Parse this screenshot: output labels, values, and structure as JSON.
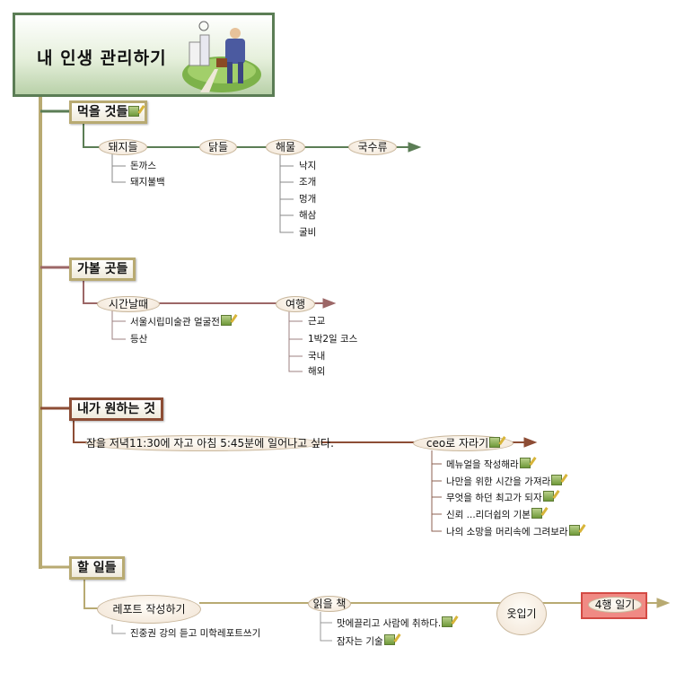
{
  "root": {
    "title": "내 인생 관리하기"
  },
  "branches": [
    {
      "label": "먹을 것들",
      "has_note": true,
      "color": "#5b7d55",
      "nodes": [
        {
          "label": "돼지들",
          "children": [
            "돈까스",
            "돼지불백"
          ]
        },
        {
          "label": "닭들"
        },
        {
          "label": "해물",
          "children": [
            "낙지",
            "조개",
            "멍개",
            "해삼",
            "굴비"
          ]
        },
        {
          "label": "국수류"
        }
      ]
    },
    {
      "label": "가볼 곳들",
      "color": "#9c6767",
      "nodes": [
        {
          "label": "시간날때",
          "children": [
            "서울시립미술관 얼굴전",
            "등산"
          ]
        },
        {
          "label": "여행",
          "children": [
            "근교",
            "1박2일 코스",
            "국내",
            "해외"
          ]
        }
      ]
    },
    {
      "label": "내가 원하는 것",
      "color": "#8d4d35",
      "nodes": [
        {
          "label": "잠을 저녁11:30에 자고 아침 5:45분에 일어나고 싶다."
        },
        {
          "label": "ceo로 자라기",
          "children": [
            "메뉴얼을 작성해라",
            "나만을 위한 시간을 가져라",
            "무엇을 하던 최고가 되자",
            "신뢰 ...리더쉽의 기본",
            "나의 소망을 머리속에 그려보라"
          ]
        }
      ]
    },
    {
      "label": "할 일들",
      "color": "#b8aa72",
      "nodes": [
        {
          "label": "레포트 작성하기",
          "children": [
            "진중권 강의 듣고 미학레포트쓰기"
          ]
        },
        {
          "label": "읽을 책",
          "children": [
            "맛에끌리고 사람에 취하다.",
            "잠자는 기술"
          ]
        },
        {
          "label": "옷입기"
        },
        {
          "label": "4행  일기",
          "highlight": "#f08a84"
        }
      ]
    }
  ]
}
